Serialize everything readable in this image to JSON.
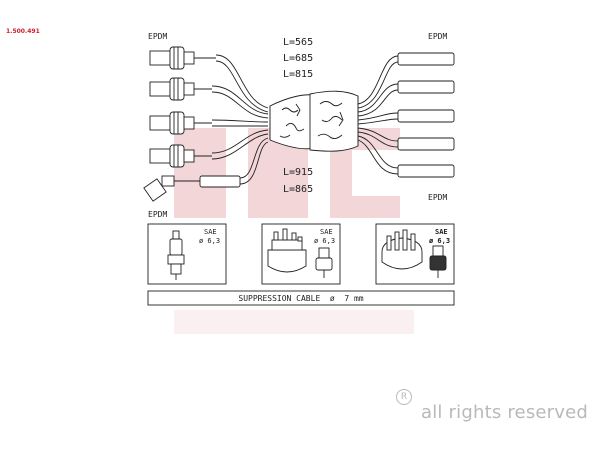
{
  "part_number": "1.500.491",
  "labels": {
    "epdm_top_left": "EPDM",
    "epdm_top_right": "EPDM",
    "epdm_bottom_left": "EPDM",
    "epdm_bottom_right": "EPDM"
  },
  "lengths": {
    "group_top": [
      "L=565",
      "L=685",
      "L=815"
    ],
    "group_bottom": [
      "L=915",
      "L=865"
    ]
  },
  "connectors": [
    {
      "standard": "SAE",
      "size": "ø 6,3"
    },
    {
      "standard": "SAE",
      "size": "ø 6,3"
    },
    {
      "standard": "SAE",
      "size": "ø 6,3"
    }
  ],
  "spec_bar": "SUPPRESSION CABLE  ø  7 mm",
  "watermark": {
    "symbol": "R",
    "text": "all rights reserved"
  },
  "colors": {
    "line": "#222222",
    "watermark_red": "#e8b5ba",
    "watermark_gray": "#b9b9b9",
    "part_number": "#d01c2a"
  }
}
